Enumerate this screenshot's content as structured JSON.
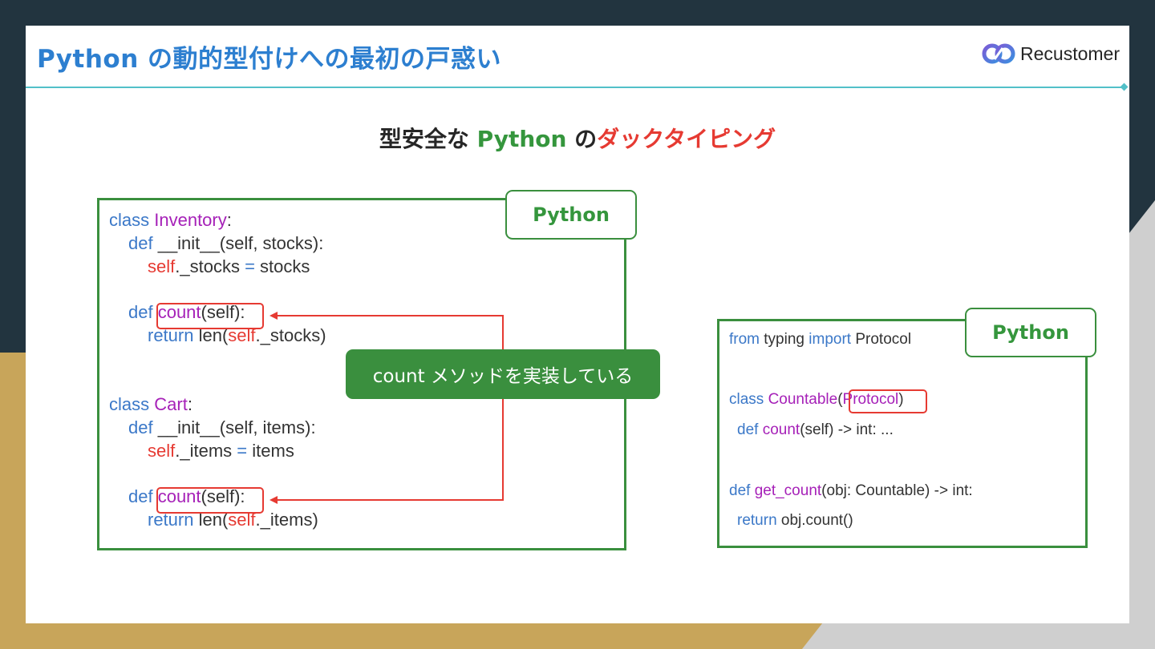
{
  "slide": {
    "title": "Python の動的型付けへの最初の戸惑い",
    "logo_text": "Recustomer",
    "subtitle_a": "型安全な ",
    "subtitle_b": "Python",
    "subtitle_c": " の",
    "subtitle_d": "ダックタイピング"
  },
  "left_panel": {
    "tag": "Python",
    "callout": "count メソッドを実装している",
    "lines": {
      "l1a": "class ",
      "l1b": "Inventory",
      "l1c": ":",
      "l2a": "def ",
      "l2b": "__init__(self, stocks):",
      "l3a": "self",
      "l3b": "._stocks ",
      "l3c": "=",
      "l3d": " stocks",
      "l4a": "def ",
      "l4b": "count",
      "l4c": "(self):",
      "l5a": "return ",
      "l5b": "len(",
      "l5c": "self",
      "l5d": "._stocks)",
      "l6a": "class ",
      "l6b": "Cart",
      "l6c": ":",
      "l7a": "def ",
      "l7b": "__init__(self, items):",
      "l8a": "self",
      "l8b": "._items ",
      "l8c": "=",
      "l8d": " items",
      "l9a": "def ",
      "l9b": "count",
      "l9c": "(self):",
      "l10a": "return ",
      "l10b": "len(",
      "l10c": "self",
      "l10d": "._items)"
    }
  },
  "right_panel": {
    "tag": "Python",
    "lines": {
      "r1a": "from ",
      "r1b": "typing ",
      "r1c": "import ",
      "r1d": "Protocol",
      "r2a": "class ",
      "r2b": "Countable",
      "r2c": "(",
      "r2d": "Protocol",
      "r2e": ")",
      "r3a": "def ",
      "r3b": "count",
      "r3c": "(self) -> int: ...",
      "r4a": "def ",
      "r4b": "get_count",
      "r4c": "(obj: Countable) -> int:",
      "r5a": "return ",
      "r5b": "obj.count()"
    }
  },
  "colors": {
    "title": "#2d7fd0",
    "python_green": "#35963d",
    "highlight_red": "#e63a32",
    "keyword_blue": "#3b78c8",
    "class_purple": "#a621b8"
  }
}
